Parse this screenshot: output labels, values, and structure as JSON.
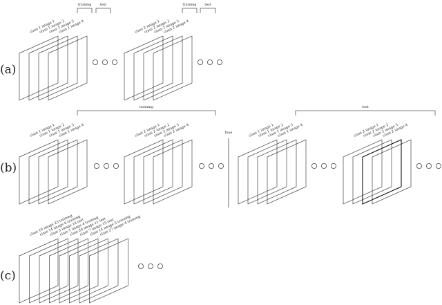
{
  "rows": [
    {
      "label": "(a)",
      "groups": [
        {
          "images": [
            "class 1 image 1",
            "class 1 image 2",
            "class 1 image 3",
            "class 1 image 4"
          ]
        },
        {
          "images": [
            "class 2 image 1",
            "class 2 image 2",
            "class 2 image 3",
            "class 2 image 4"
          ]
        }
      ],
      "brackets": [
        "training",
        "test",
        "training",
        "test"
      ]
    },
    {
      "label": "(b)",
      "groups": [
        {
          "images": [
            "class 1 image 1",
            "class 1 image 2",
            "class 1 image 3",
            "class 1 image 4"
          ]
        },
        {
          "images": [
            "class 2 image 1",
            "class 2 image 2",
            "class 2 image 3",
            "class 2 image 4"
          ]
        },
        {
          "images": [
            "class 1 image 1",
            "class 1 image 2",
            "class 1 image 3",
            "class 1 image 4"
          ]
        },
        {
          "images": [
            "class 2 image 1",
            "class 2 image 2",
            "class 2 image 3",
            "class 2 image 4"
          ]
        }
      ],
      "brackets": [
        "training",
        "test"
      ],
      "divider_label": "fuse"
    },
    {
      "label": "(c)",
      "groups": [
        {
          "images": [
            "class 19 image 23 training",
            "class 14 image 6 training",
            "class 3 image 14 test",
            "class 1 image 4 training",
            "class 20 image 11 test",
            "class 7 image 15 test",
            "class 14 image 3 training",
            "class 27 image 4 training"
          ]
        }
      ]
    }
  ]
}
